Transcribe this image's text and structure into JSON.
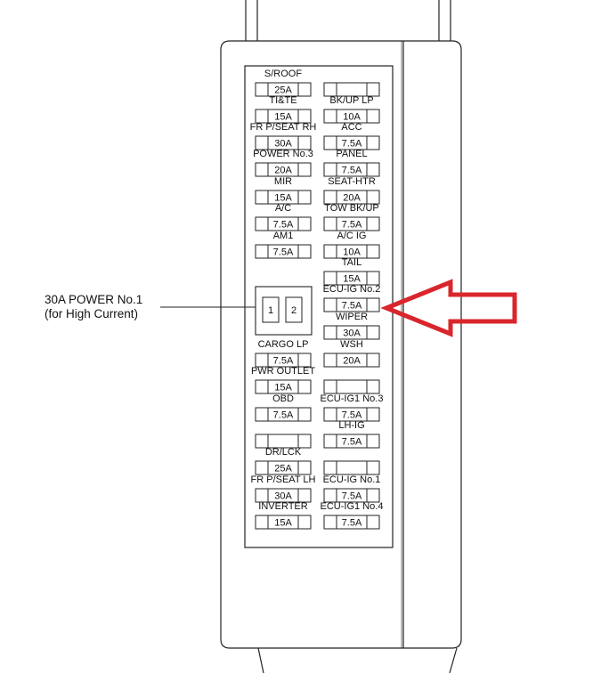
{
  "callout": {
    "line1": "30A POWER No.1",
    "line2": "(for High Current)"
  },
  "relay": {
    "pin1": "1",
    "pin2": "2"
  },
  "arrow_color": "#d9262c",
  "left_fuses": [
    {
      "name": "S/ROOF",
      "rating": "25A"
    },
    {
      "name": "TI&TE",
      "rating": "15A"
    },
    {
      "name": "FR P/SEAT RH",
      "rating": "30A"
    },
    {
      "name": "POWER No.3",
      "rating": "20A"
    },
    {
      "name": "MIR",
      "rating": "15A"
    },
    {
      "name": "A/C",
      "rating": "7.5A"
    },
    {
      "name": "AM1",
      "rating": "7.5A"
    },
    {
      "name": "CARGO LP",
      "rating": "7.5A"
    },
    {
      "name": "PWR OUTLET",
      "rating": "15A"
    },
    {
      "name": "OBD",
      "rating": "7.5A"
    },
    {
      "name": "",
      "rating": ""
    },
    {
      "name": "DR/LCK",
      "rating": "25A"
    },
    {
      "name": "FR P/SEAT LH",
      "rating": "30A"
    },
    {
      "name": "INVERTER",
      "rating": "15A"
    }
  ],
  "right_fuses": [
    {
      "name": "",
      "rating": ""
    },
    {
      "name": "BK/UP LP",
      "rating": "10A"
    },
    {
      "name": "ACC",
      "rating": "7.5A"
    },
    {
      "name": "PANEL",
      "rating": "7.5A"
    },
    {
      "name": "SEAT-HTR",
      "rating": "20A"
    },
    {
      "name": "TOW BK/UP",
      "rating": "7.5A"
    },
    {
      "name": "A/C IG",
      "rating": "10A"
    },
    {
      "name": "TAIL",
      "rating": "15A"
    },
    {
      "name": "ECU-IG No.2",
      "rating": "7.5A"
    },
    {
      "name": "WIPER",
      "rating": "30A"
    },
    {
      "name": "WSH",
      "rating": "20A"
    },
    {
      "name": "",
      "rating": ""
    },
    {
      "name": "ECU-IG1 No.3",
      "rating": "7.5A"
    },
    {
      "name": "LH-IG",
      "rating": "7.5A"
    },
    {
      "name": "",
      "rating": ""
    },
    {
      "name": "ECU-IG No.1",
      "rating": "7.5A"
    },
    {
      "name": "ECU-IG1 No.4",
      "rating": "7.5A"
    }
  ]
}
